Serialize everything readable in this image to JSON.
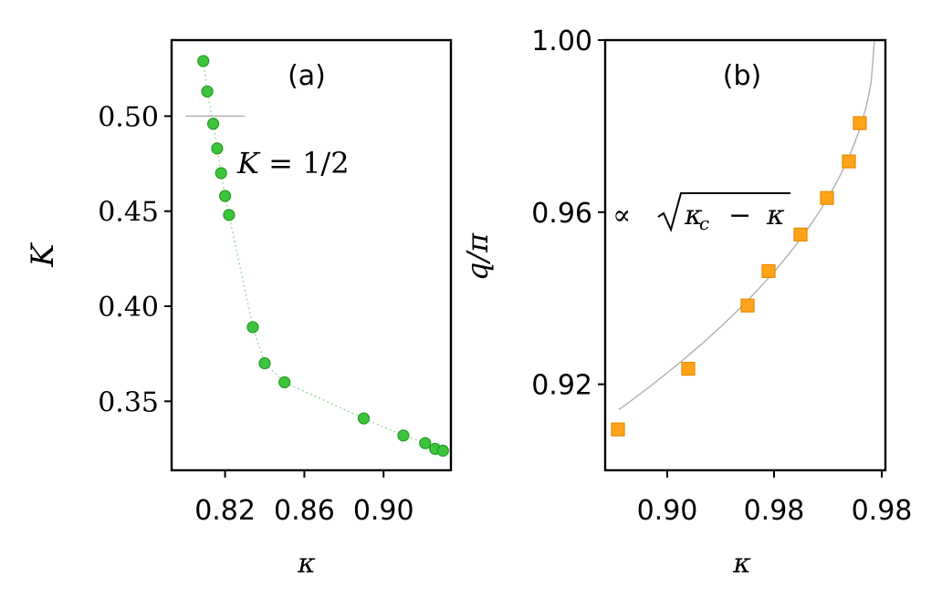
{
  "chart_data": [
    {
      "panel": "(a)",
      "type": "scatter",
      "xlabel": "κ",
      "ylabel": "K",
      "xlim": [
        0.793,
        0.934
      ],
      "ylim": [
        0.3137,
        0.54
      ],
      "xticks": [
        0.82,
        0.86,
        0.9
      ],
      "xtick_labels": [
        "0.82",
        "0.86",
        "0.90"
      ],
      "yticks": [
        0.35,
        0.4,
        0.45,
        0.5
      ],
      "ytick_labels": [
        "0.35",
        "0.40",
        "0.45",
        "0.50"
      ],
      "reference_line": {
        "y": 0.5,
        "x_range": [
          0.8,
          0.83
        ],
        "label": "K = 1/2"
      },
      "marker_color": "#3dc43d",
      "line_style": "dotted",
      "grid": false,
      "points": [
        {
          "x": 0.809,
          "y": 0.529
        },
        {
          "x": 0.811,
          "y": 0.513
        },
        {
          "x": 0.814,
          "y": 0.496
        },
        {
          "x": 0.816,
          "y": 0.483
        },
        {
          "x": 0.818,
          "y": 0.47
        },
        {
          "x": 0.82,
          "y": 0.458
        },
        {
          "x": 0.822,
          "y": 0.448
        },
        {
          "x": 0.834,
          "y": 0.389
        },
        {
          "x": 0.84,
          "y": 0.37
        },
        {
          "x": 0.85,
          "y": 0.36
        },
        {
          "x": 0.89,
          "y": 0.341
        },
        {
          "x": 0.91,
          "y": 0.332
        },
        {
          "x": 0.921,
          "y": 0.328
        },
        {
          "x": 0.926,
          "y": 0.325
        },
        {
          "x": 0.93,
          "y": 0.324
        }
      ]
    },
    {
      "panel": "(b)",
      "type": "scatter",
      "xlabel": "κ",
      "ylabel": "q/π",
      "xtick_labels": [
        "0.90",
        "0.98",
        "0.98"
      ],
      "ylim": [
        0.9,
        1.0
      ],
      "yticks": [
        0.92,
        0.96,
        1.0
      ],
      "ytick_labels": [
        "0.92",
        "0.96",
        "1.00"
      ],
      "annotation": "∝ √(κc − κ)",
      "marker_color": "#ffa319",
      "fit_color": "#b0b0b0",
      "grid": false,
      "points": [
        {
          "q_over_pi": 0.9095
        },
        {
          "q_over_pi": 0.9236
        },
        {
          "q_over_pi": 0.9383
        },
        {
          "q_over_pi": 0.9463
        },
        {
          "q_over_pi": 0.9548
        },
        {
          "q_over_pi": 0.9633
        },
        {
          "q_over_pi": 0.9718
        },
        {
          "q_over_pi": 0.9807
        }
      ]
    }
  ]
}
